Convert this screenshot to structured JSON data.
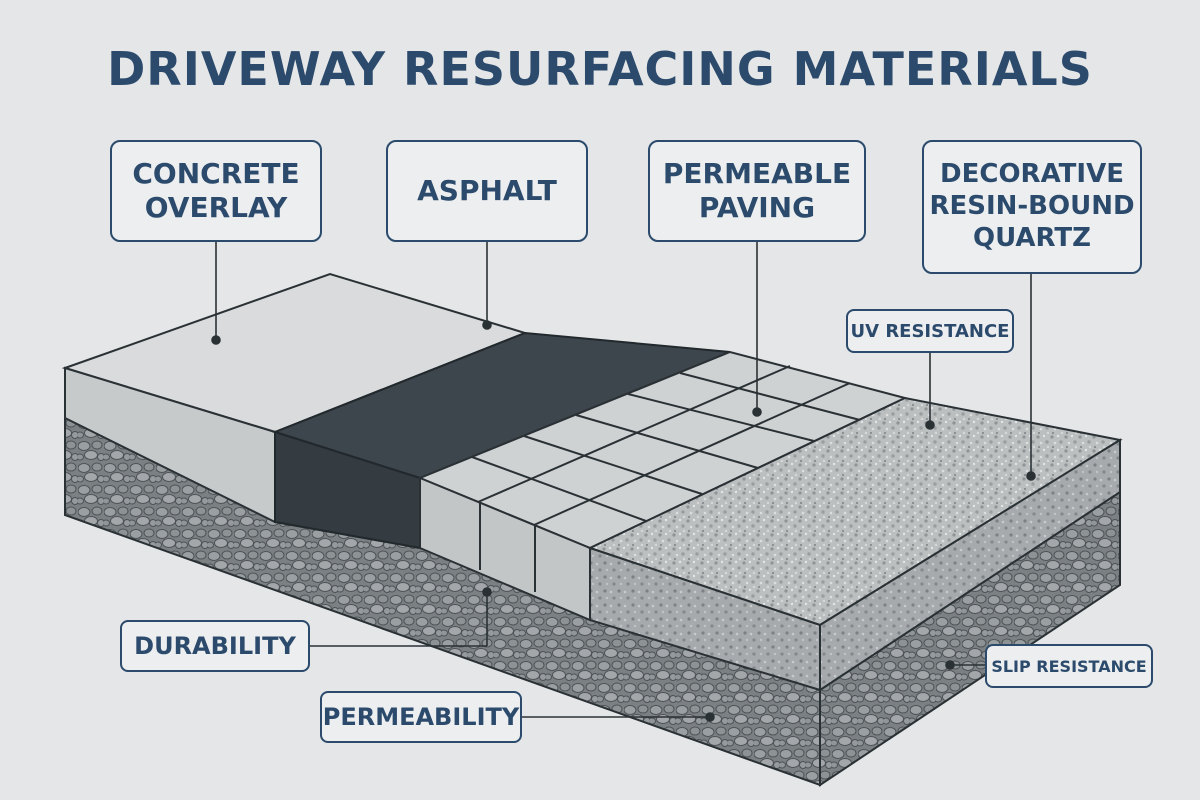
{
  "title": "DRIVEWAY RESURFACING MATERIALS",
  "materials": [
    {
      "line1": "CONCRETE",
      "line2": "OVERLAY",
      "line3": ""
    },
    {
      "line1": "ASPHALT",
      "line2": "",
      "line3": ""
    },
    {
      "line1": "PERMEABLE",
      "line2": "PAVING",
      "line3": ""
    },
    {
      "line1": "DECORATIVE",
      "line2": "RESIN-BOUND",
      "line3": "QUARTZ"
    }
  ],
  "properties": {
    "uv_resistance": "UV RESISTANCE",
    "durability": "DURABILITY",
    "permeability": "PERMEABILITY",
    "slip_resistance": "SLIP RESISTANCE"
  },
  "colors": {
    "navy": "#2b4a6c",
    "concrete": "#d9dbdc",
    "asphalt": "#3e464d",
    "paver": "#c9cccd",
    "resin": "#b9bcbd",
    "gravel": "#7c8184"
  }
}
